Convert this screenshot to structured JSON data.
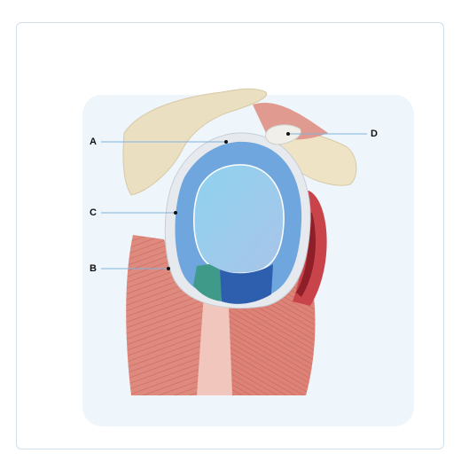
{
  "labels": {
    "a": "A",
    "b": "B",
    "c": "C",
    "d": "D"
  },
  "colors": {
    "card_border": "#cfe0ee",
    "panel_bg": "#eef6fc",
    "bone": "#efe3c6",
    "muscle": "#d9746a",
    "cartilage_ring": "#e4e8ee",
    "glenoid_blue": "#6ea6dd",
    "glenoid_face": "#7fc3e6",
    "teal_region": "#3f9a8a",
    "dark_blue_region": "#2e5fae",
    "leader_line": "#7fb3d9"
  }
}
